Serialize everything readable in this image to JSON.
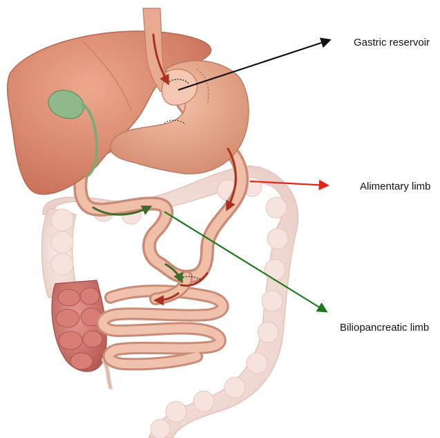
{
  "labels": {
    "gastric_reservoir": "Gastric reservoir",
    "alimentary_limb": "Alimentary limb",
    "biliopancreatic_limb": "Biliopancreatic limb"
  },
  "colors": {
    "gastric_arrow": "#111111",
    "alimentary_arrow": "#e0261c",
    "biliopancreatic_arrow": "#1a7a1a",
    "liver": "#d98a6e",
    "stomach": "#e6a688",
    "colon": "#f2dcd6",
    "gallbladder": "#8fb98a"
  }
}
